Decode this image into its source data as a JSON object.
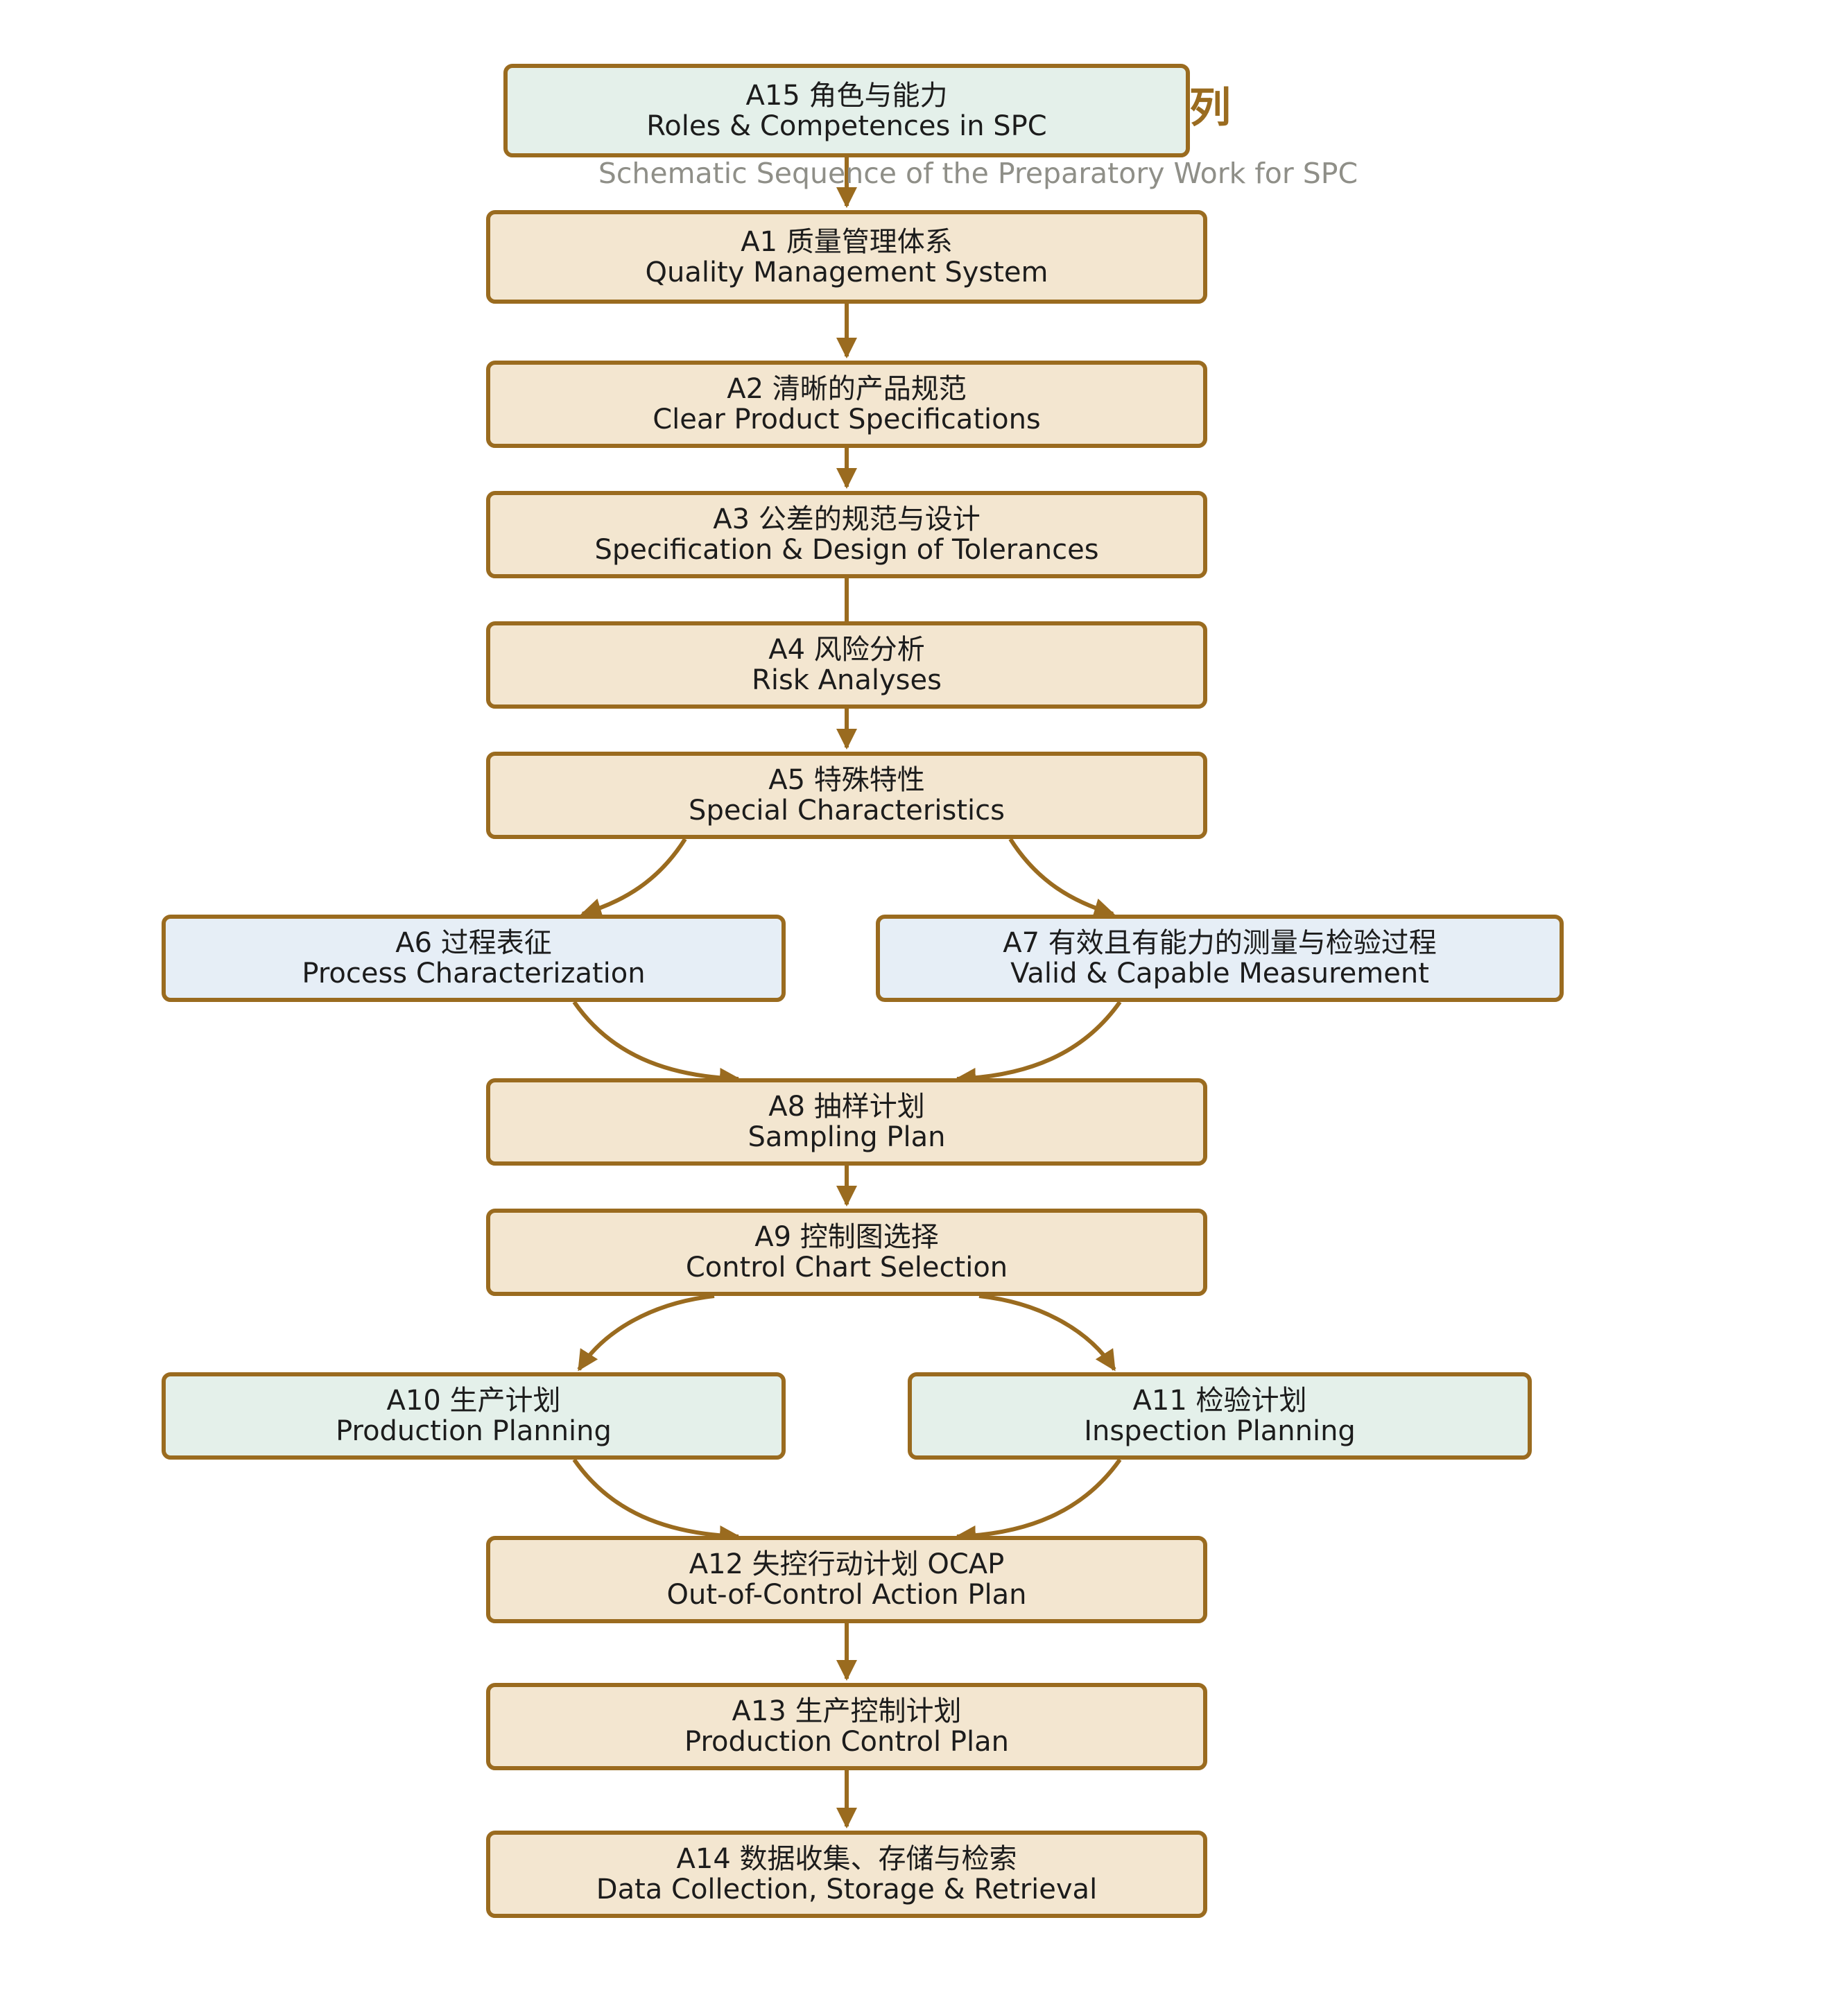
{
  "title": {
    "main_fragment": "列",
    "subtitle": "Schematic Sequence of the Preparatory Work for SPC"
  },
  "colors": {
    "stroke": "#9a6b1f",
    "node_fill": "#f3e6d0",
    "top_and_planning_fill": "#e4f0ea",
    "process_measurement_fill": "#e6eef6",
    "subtitle": "#8f8f88"
  },
  "nodes": [
    {
      "id": "a15",
      "zh": "A15 角色与能力",
      "en": "Roles & Competences in SPC"
    },
    {
      "id": "a1",
      "zh": "A1 质量管理体系",
      "en": "Quality Management System"
    },
    {
      "id": "a2",
      "zh": "A2 清晰的产品规范",
      "en": "Clear Product Specifications"
    },
    {
      "id": "a3",
      "zh": "A3 公差的规范与设计",
      "en": "Specification & Design of Tolerances"
    },
    {
      "id": "a4",
      "zh": "A4 风险分析",
      "en": "Risk Analyses"
    },
    {
      "id": "a5",
      "zh": "A5 特殊特性",
      "en": "Special Characteristics"
    },
    {
      "id": "a6",
      "zh": "A6 过程表征",
      "en": "Process Characterization"
    },
    {
      "id": "a7",
      "zh": "A7 有效且有能力的测量与检验过程",
      "en": "Valid & Capable Measurement"
    },
    {
      "id": "a8",
      "zh": "A8 抽样计划",
      "en": "Sampling Plan"
    },
    {
      "id": "a9",
      "zh": "A9 控制图选择",
      "en": "Control Chart Selection"
    },
    {
      "id": "a10",
      "zh": "A10 生产计划",
      "en": "Production Planning"
    },
    {
      "id": "a11",
      "zh": "A11 检验计划",
      "en": "Inspection Planning"
    },
    {
      "id": "a12",
      "zh": "A12 失控行动计划 OCAP",
      "en": "Out-of-Control Action Plan"
    },
    {
      "id": "a13",
      "zh": "A13 生产控制计划",
      "en": "Production Control Plan"
    },
    {
      "id": "a14",
      "zh": "A14 数据收集、存储与检索",
      "en": "Data Collection, Storage & Retrieval"
    }
  ],
  "edges": [
    [
      "a15",
      "a1"
    ],
    [
      "a1",
      "a2"
    ],
    [
      "a2",
      "a3"
    ],
    [
      "a3",
      "a4"
    ],
    [
      "a4",
      "a5"
    ],
    [
      "a5",
      "a6"
    ],
    [
      "a5",
      "a7"
    ],
    [
      "a6",
      "a8"
    ],
    [
      "a7",
      "a8"
    ],
    [
      "a8",
      "a9"
    ],
    [
      "a9",
      "a10"
    ],
    [
      "a9",
      "a11"
    ],
    [
      "a10",
      "a12"
    ],
    [
      "a11",
      "a12"
    ],
    [
      "a12",
      "a13"
    ],
    [
      "a13",
      "a14"
    ]
  ]
}
